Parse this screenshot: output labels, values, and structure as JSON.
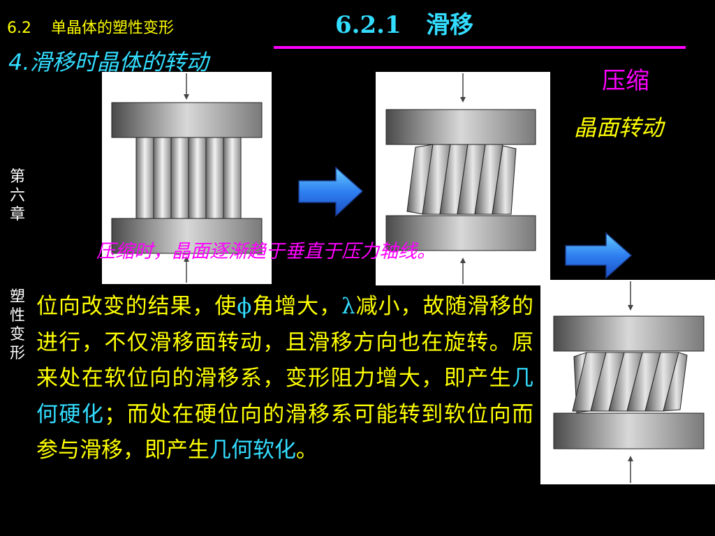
{
  "header": {
    "section_number": "6.2",
    "section_name": "单晶体的塑性变形",
    "subsection": "6.2.1   滑移",
    "topic": "4.滑移时晶体的转动",
    "accent_color": "#ff00ff"
  },
  "sidebar": {
    "chapter": [
      "第",
      "六",
      "章"
    ],
    "chapter_topic": [
      "塑",
      "性",
      "变",
      "形"
    ]
  },
  "labels": {
    "compress": "压缩",
    "plane_rotation": "晶面转动",
    "caption": "压缩时，晶面逐渐趋于垂直于压力轴线。"
  },
  "body": {
    "p1": "位向改变的结果，使",
    "phi": "ϕ",
    "p2": "角增大，",
    "lambda": "λ",
    "p3": "减小，故随滑移的进行，不仅滑移面转动，且滑移方向也在旋转。原来处在软位向的滑移系，变形阻力增大，即产生",
    "term_hardening": "几何硬化",
    "p4": "；而处在硬位向的滑移系可能转到软位向而参与滑移，即产生",
    "term_softening": "几何软化",
    "p5": "。"
  },
  "icons": [
    "compression-arrow-icon",
    "right-arrow-icon"
  ],
  "colors": {
    "yellow": "#ffff00",
    "cyan": "#33ddff",
    "magenta": "#ff00ff",
    "arrow": "#3399ff"
  }
}
